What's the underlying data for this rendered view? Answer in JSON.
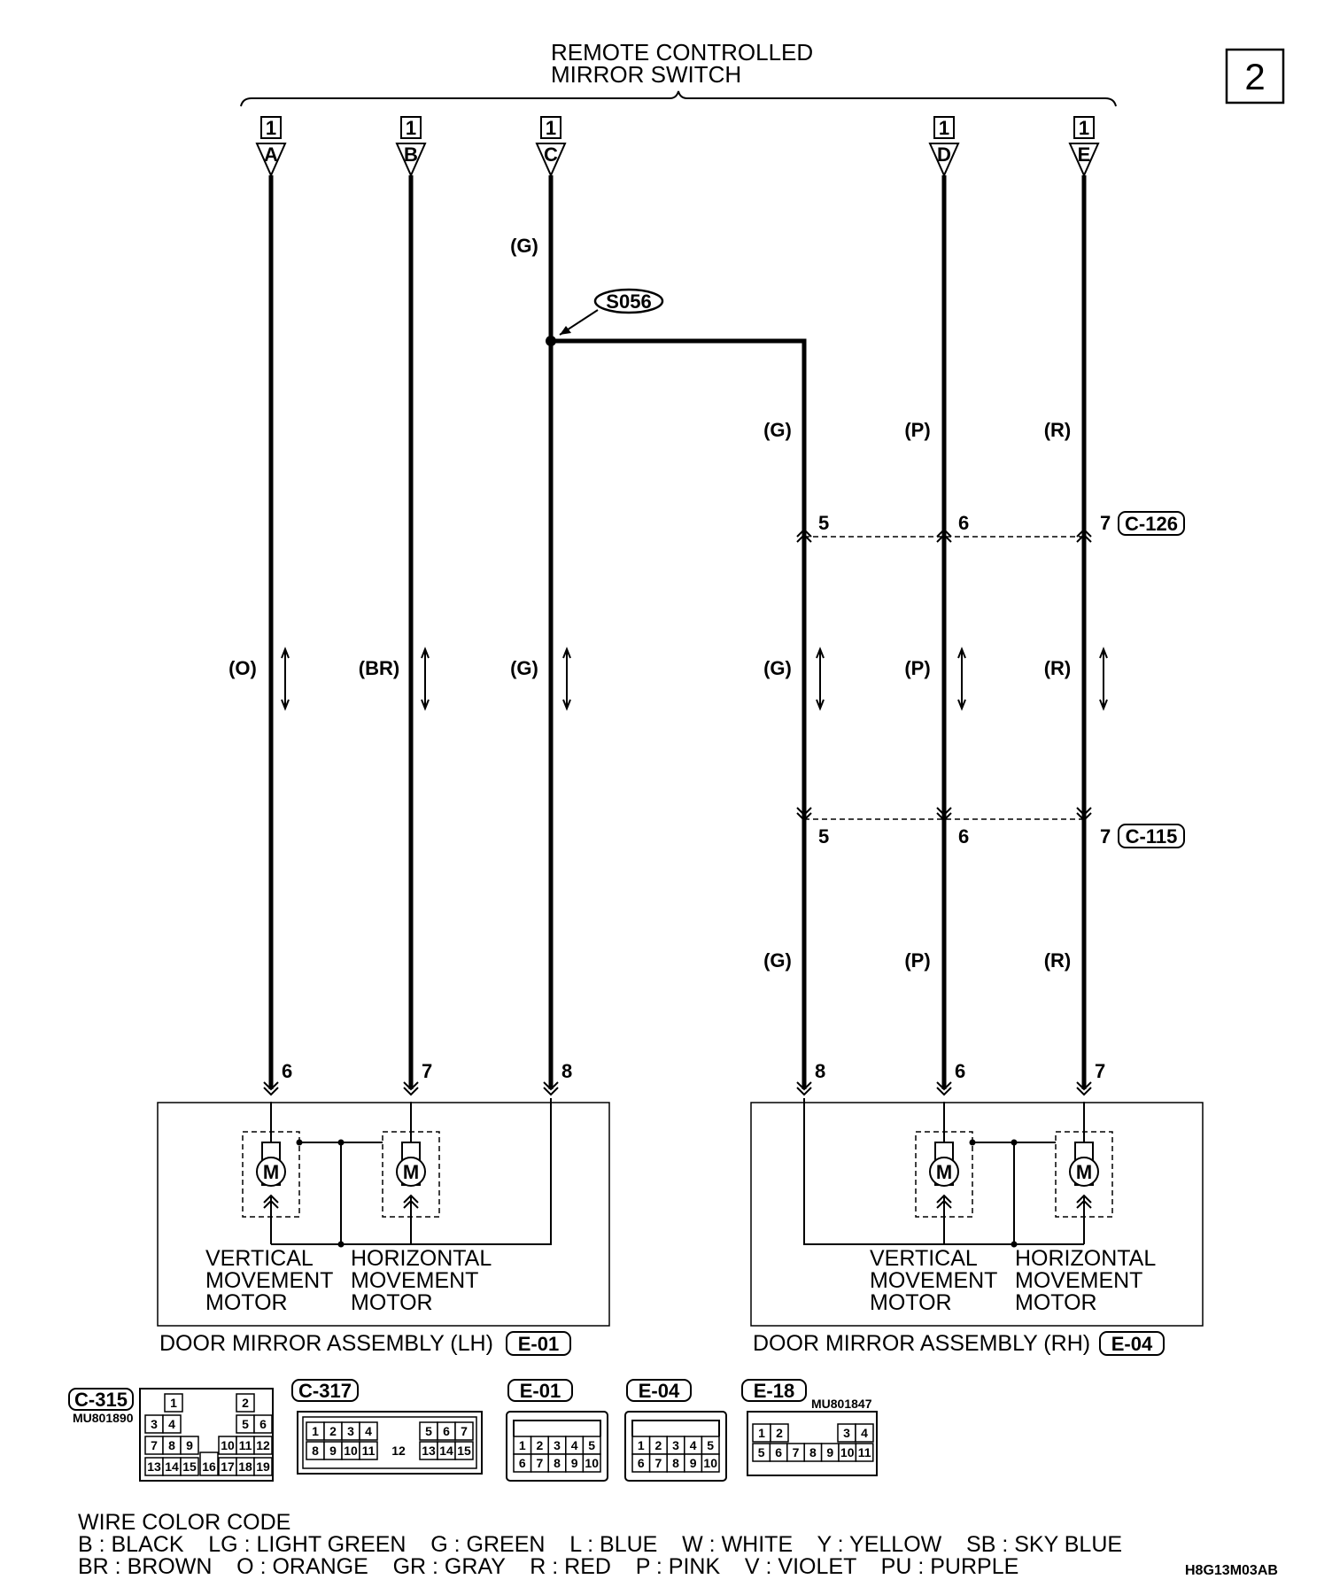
{
  "page_number": "2",
  "switch": {
    "title_line1": "REMOTE CONTROLLED",
    "title_line2": "MIRROR SWITCH",
    "connector_no": "1",
    "terminals": [
      "A",
      "B",
      "C",
      "D",
      "E"
    ]
  },
  "splice": "S056",
  "wire_labels": {
    "c_top": "(G)",
    "lh_mid": [
      "(O)",
      "(BR)",
      "(G)"
    ],
    "rh_upper": [
      "(G)",
      "(P)",
      "(R)"
    ],
    "rh_mid": [
      "(G)",
      "(P)",
      "(R)"
    ],
    "rh_lower": [
      "(G)",
      "(P)",
      "(R)"
    ]
  },
  "connectors": {
    "c126": {
      "label": "C-126",
      "pins": [
        "5",
        "6",
        "7"
      ]
    },
    "c115": {
      "label": "C-115",
      "pins": [
        "5",
        "6",
        "7"
      ]
    }
  },
  "lh_assembly": {
    "pins": [
      "6",
      "7",
      "8"
    ],
    "motor_symbol": "M",
    "motor1": [
      "VERTICAL",
      "MOVEMENT",
      "MOTOR"
    ],
    "motor2": [
      "HORIZONTAL",
      "MOVEMENT",
      "MOTOR"
    ],
    "caption": "DOOR MIRROR ASSEMBLY (LH)",
    "connector": "E-01"
  },
  "rh_assembly": {
    "pins": [
      "8",
      "6",
      "7"
    ],
    "motor_symbol": "M",
    "motor1": [
      "VERTICAL",
      "MOVEMENT",
      "MOTOR"
    ],
    "motor2": [
      "HORIZONTAL",
      "MOVEMENT",
      "MOTOR"
    ],
    "caption": "DOOR MIRROR ASSEMBLY (RH)",
    "connector": "E-04"
  },
  "connector_views": {
    "c315": {
      "label": "C-315",
      "part": "MU801890",
      "rows": [
        [
          "1",
          "2"
        ],
        [
          "3",
          "4",
          "5",
          "6"
        ],
        [
          "7",
          "8",
          "9",
          "10",
          "11",
          "12"
        ],
        [
          "13",
          "14",
          "15",
          "16",
          "17",
          "18",
          "19"
        ]
      ]
    },
    "c317": {
      "label": "C-317",
      "rows": [
        [
          "1",
          "2",
          "3",
          "4",
          "5",
          "6",
          "7"
        ],
        [
          "8",
          "9",
          "10",
          "11",
          "12",
          "13",
          "14",
          "15"
        ]
      ]
    },
    "e01": {
      "label": "E-01",
      "rows": [
        [
          "1",
          "2",
          "3",
          "4",
          "5"
        ],
        [
          "6",
          "7",
          "8",
          "9",
          "10"
        ]
      ]
    },
    "e04": {
      "label": "E-04",
      "rows": [
        [
          "1",
          "2",
          "3",
          "4",
          "5"
        ],
        [
          "6",
          "7",
          "8",
          "9",
          "10"
        ]
      ]
    },
    "e18": {
      "label": "E-18",
      "part": "MU801847",
      "rows": [
        [
          "1",
          "2",
          "3",
          "4"
        ],
        [
          "5",
          "6",
          "7",
          "8",
          "9",
          "10",
          "11"
        ]
      ]
    }
  },
  "legend": {
    "title": "WIRE COLOR CODE",
    "line1": "B : BLACK    LG : LIGHT GREEN    G : GREEN    L : BLUE    W : WHITE    Y : YELLOW    SB : SKY BLUE",
    "line2": "BR : BROWN    O : ORANGE    GR : GRAY    R : RED    P : PINK    V : VIOLET    PU : PURPLE"
  },
  "drawing_code": "H8G13M03AB"
}
